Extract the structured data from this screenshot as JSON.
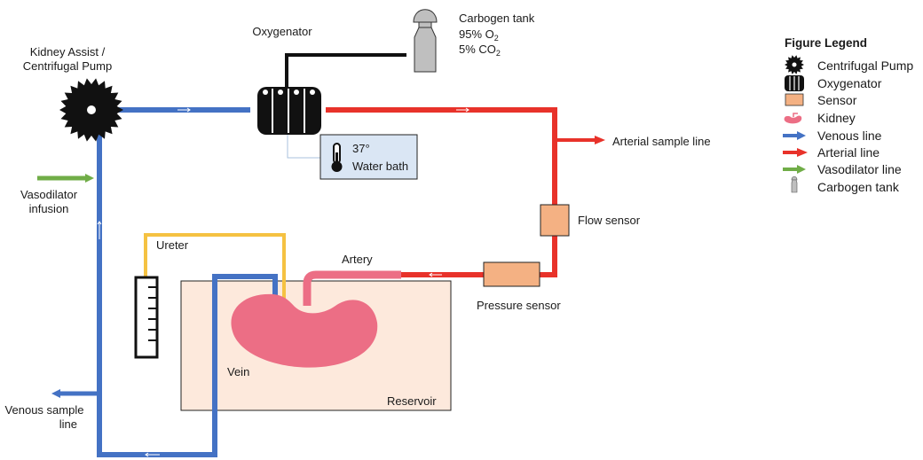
{
  "labels": {
    "pump_line1": "Kidney Assist /",
    "pump_line2": "Centrifugal Pump",
    "oxygenator": "Oxygenator",
    "tank_line1": "Carbogen tank",
    "tank_o2": "95% O",
    "tank_co2": "5% CO",
    "subscript_2": "2",
    "water_bath_temp": "37°",
    "water_bath": "Water bath",
    "arterial_sample": "Arterial sample line",
    "flow_sensor": "Flow sensor",
    "pressure_sensor": "Pressure sensor",
    "artery": "Artery",
    "ureter": "Ureter",
    "vein": "Vein",
    "reservoir": "Reservoir",
    "vasodilator_line1": "Vasodilator",
    "vasodilator_line2": "infusion",
    "venous_sample_line1": "Venous sample",
    "venous_sample_line2": "line"
  },
  "legend": {
    "title": "Figure Legend",
    "items": [
      {
        "label": "Centrifugal Pump",
        "icon": "gear-icon"
      },
      {
        "label": "Oxygenator",
        "icon": "oxygenator-icon"
      },
      {
        "label": "Sensor",
        "icon": "sensor-icon"
      },
      {
        "label": "Kidney",
        "icon": "kidney-icon"
      },
      {
        "label": "Venous line",
        "icon": "blue-arrow-icon"
      },
      {
        "label": "Arterial line",
        "icon": "red-arrow-icon"
      },
      {
        "label": "Vasodilator line",
        "icon": "green-arrow-icon"
      },
      {
        "label": "Carbogen tank",
        "icon": "tank-icon"
      }
    ]
  },
  "colors": {
    "venous": "#4472c4",
    "arterial": "#e8322a",
    "vasodilator": "#70ad47",
    "ureter": "#f5c242",
    "kidney": "#ec6e85",
    "reservoir": "#fde9dc",
    "sensor": "#f4b183",
    "water_bath": "#dae6f4",
    "tank": "#bfbfbf"
  }
}
